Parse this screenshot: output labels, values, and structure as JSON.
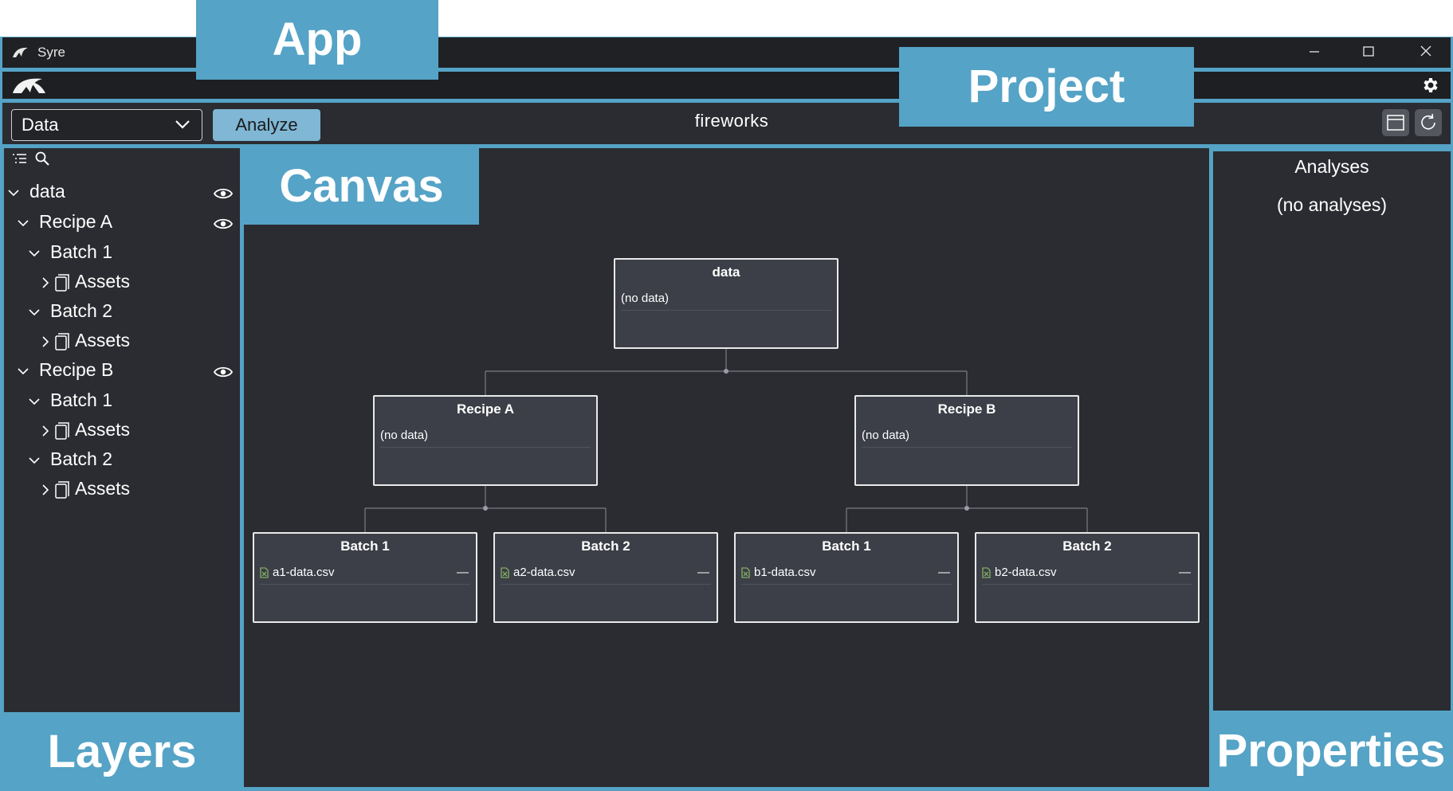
{
  "window": {
    "title": "Syre"
  },
  "overlays": {
    "app": "App",
    "project": "Project",
    "canvas": "Canvas",
    "layers": "Layers",
    "properties": "Properties"
  },
  "toolbar": {
    "view_select": "Data",
    "analyze_label": "Analyze",
    "project_name": "fireworks"
  },
  "layers": {
    "rows": [
      {
        "label": "data",
        "visible_toggle": true
      },
      {
        "label": "Recipe A",
        "visible_toggle": true
      },
      {
        "label": "Batch 1"
      },
      {
        "label": "Assets"
      },
      {
        "label": "Batch 2"
      },
      {
        "label": "Assets"
      },
      {
        "label": "Recipe B",
        "visible_toggle": true
      },
      {
        "label": "Batch 1"
      },
      {
        "label": "Assets"
      },
      {
        "label": "Batch 2"
      },
      {
        "label": "Assets"
      }
    ]
  },
  "canvas": {
    "nodes": [
      {
        "title": "data",
        "body": "(no data)"
      },
      {
        "title": "Recipe A",
        "body": "(no data)"
      },
      {
        "title": "Recipe B",
        "body": "(no data)"
      },
      {
        "title": "Batch 1",
        "file": "a1-data.csv",
        "dash": "—"
      },
      {
        "title": "Batch 2",
        "file": "a2-data.csv",
        "dash": "—"
      },
      {
        "title": "Batch 1",
        "file": "b1-data.csv",
        "dash": "—"
      },
      {
        "title": "Batch 2",
        "file": "b2-data.csv",
        "dash": "—"
      }
    ]
  },
  "properties": {
    "title": "Analyses",
    "empty": "(no analyses)"
  },
  "colors": {
    "accent": "#55a3c6",
    "panel": "#2a2c31",
    "node": "#3c3f47",
    "analyze_button": "#7fb7d4"
  }
}
